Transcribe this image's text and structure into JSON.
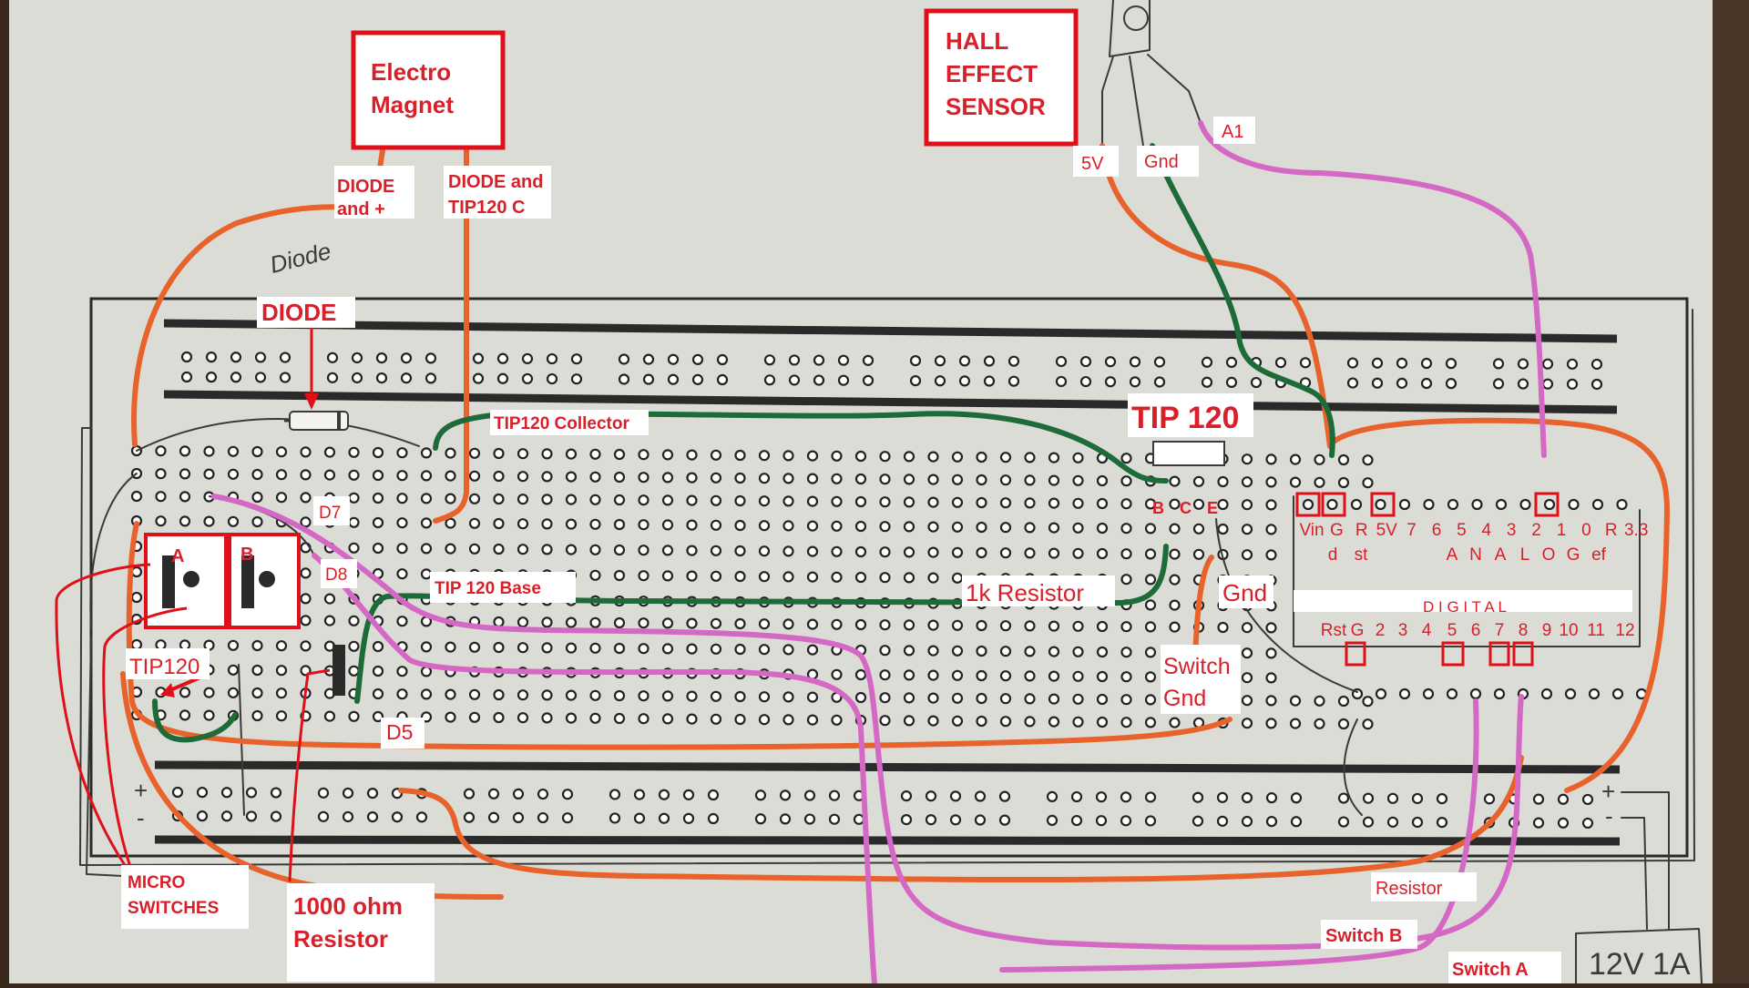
{
  "title_boxes": {
    "electromagnet": [
      "Electro",
      "Magnet"
    ],
    "hall_sensor": [
      "HALL",
      "EFFECT",
      "SENSOR"
    ]
  },
  "labels": {
    "diode_and_plus": [
      "DIODE",
      "and +"
    ],
    "diode_and_tip120c": [
      "DIODE and",
      "TIP120 C"
    ],
    "diode": "DIODE",
    "diode_handwritten": "Diode",
    "tip120_collector": "TIP120 Collector",
    "tip120": "TIP 120",
    "pin_b": "B",
    "pin_c": "C",
    "pin_e": "E",
    "tip120_base": "TIP 120 Base",
    "resistor_1k": "1k Resistor",
    "gnd_mid": "Gnd",
    "switch_gnd": [
      "Switch",
      "Gnd"
    ],
    "d7": "D7",
    "d8": "D8",
    "d5": "D5",
    "tip120_left": "TIP120",
    "switch_a": "A",
    "switch_b": "B",
    "micro_switches": [
      "MICRO",
      "SWITCHES"
    ],
    "resistor_1000": [
      "1000 ohm",
      "Resistor"
    ],
    "sensor_5v": "5V",
    "sensor_gnd": "Gnd",
    "sensor_a1": "A1",
    "resistor_bottom": "Resistor",
    "switch_b_bottom": "Switch B",
    "switch_a_bottom": "Switch A",
    "rail_plus_left": "+",
    "rail_minus_left": "-",
    "rail_plus_right": "+",
    "rail_minus_right": "-",
    "battery": "12V 1A"
  },
  "arduino": {
    "top_pins_row1": [
      "Vin",
      "G",
      "R",
      "5V",
      "7",
      "6",
      "5",
      "4",
      "3",
      "2",
      "1",
      "0",
      "R",
      "3.3"
    ],
    "top_pins_row2": [
      "d",
      "st",
      "A",
      "N",
      "A",
      "L",
      "O",
      "G",
      "ef"
    ],
    "digital_title": "D I G I T A L",
    "digital_pins": [
      "Rst",
      "G",
      "2",
      "3",
      "4",
      "5",
      "6",
      "7",
      "8",
      "9",
      "10",
      "11",
      "12"
    ]
  },
  "colors": {
    "paper": "#dcdcd7",
    "label_red": "#d8202a",
    "wire_orange": "#e8622c",
    "wire_green": "#1e6b3a",
    "wire_pink": "#d468c4",
    "pencil": "#3a3a3a"
  }
}
